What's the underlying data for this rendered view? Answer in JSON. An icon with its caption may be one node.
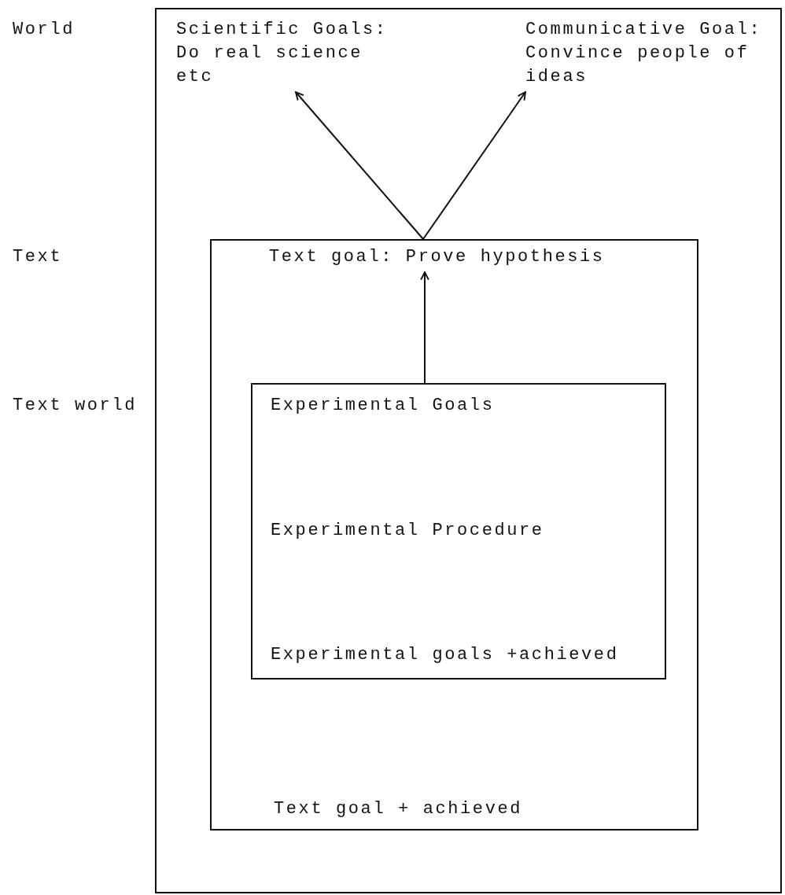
{
  "diagram": {
    "nodes": [
      {
        "text": [],
        "shape": "box"
      },
      {
        "text": [
          "Scientific Goals: Do real science etc"
        ],
        "in": 0
      },
      {
        "text": [
          "Communicative Goal: Convince people of ideas"
        ],
        "in": 0
      },
      {
        "text": [
          "Text goal + achieved"
        ],
        "in": 0
      },
      {
        "text": [
          "Text goal: Prove hypothesis"
        ],
        "in": 3
      },
      {
        "text": [
          "Experimental Goals",
          "Experimental Procedure",
          "Experimental goals +achieved"
        ],
        "in": 3
      }
    ],
    "edges": [
      {
        "from": 3,
        "to": 1,
        "arrow": "to"
      },
      {
        "from": 3,
        "to": 2,
        "arrow": "to"
      },
      {
        "from": 5,
        "to": 4,
        "arrow": "to"
      }
    ],
    "labels": [
      "World",
      "Text",
      "Text world"
    ]
  }
}
